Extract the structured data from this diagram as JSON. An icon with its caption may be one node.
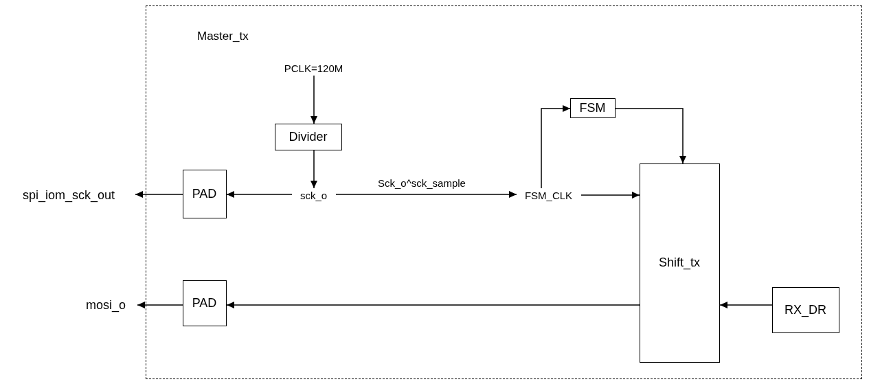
{
  "diagram": {
    "nodes": [
      {
        "text": [
          "Master_tx"
        ]
      },
      {
        "text": [
          "PCLK=120M"
        ],
        "in": 0
      },
      {
        "text": [
          "Divider"
        ],
        "in": 0
      },
      {
        "text": [
          "sck_o"
        ],
        "in": 0
      },
      {
        "text": [
          "PAD"
        ],
        "in": 0
      },
      {
        "text": [
          "spi_iom_sck_out"
        ]
      },
      {
        "text": [
          "FSM_CLK"
        ],
        "in": 0
      },
      {
        "text": [
          "FSM"
        ],
        "in": 0
      },
      {
        "text": [
          "Shift_tx"
        ],
        "in": 0
      },
      {
        "text": [
          "PAD"
        ],
        "in": 0
      },
      {
        "text": [
          "mosi_o"
        ]
      },
      {
        "text": [
          "RX_DR"
        ],
        "in": 0
      }
    ],
    "edges": [
      {
        "from": 1,
        "to": 2,
        "arrow": "to"
      },
      {
        "from": 2,
        "to": 3,
        "arrow": "to"
      },
      {
        "from": 3,
        "to": 4,
        "arrow": "to"
      },
      {
        "from": 4,
        "to": 5,
        "arrow": "to"
      },
      {
        "from": 3,
        "to": 6,
        "arrow": "to",
        "label": "Sck_o^sck_sample"
      },
      {
        "from": 6,
        "to": 7,
        "arrow": "to"
      },
      {
        "from": 7,
        "to": 8,
        "arrow": "to"
      },
      {
        "from": 6,
        "to": 8,
        "arrow": "to"
      },
      {
        "from": 8,
        "to": 9,
        "arrow": "to"
      },
      {
        "from": 9,
        "to": 10,
        "arrow": "to"
      },
      {
        "from": 11,
        "to": 8,
        "arrow": "to"
      }
    ]
  }
}
